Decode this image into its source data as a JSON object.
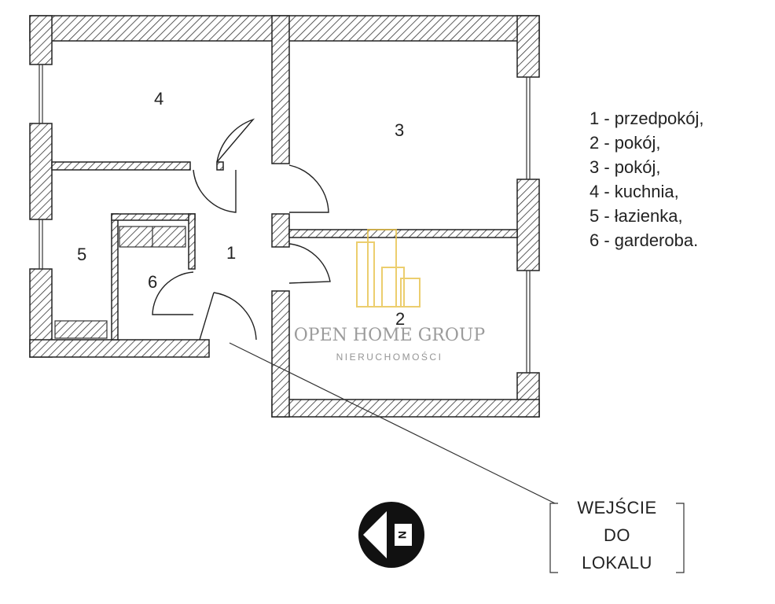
{
  "rooms": {
    "r1": "1",
    "r2": "2",
    "r3": "3",
    "r4": "4",
    "r5": "5",
    "r6": "6"
  },
  "legend": [
    "1 - przedpokój,",
    "2 - pokój,",
    "3 - pokój,",
    "4 - kuchnia,",
    "5 - łazienka,",
    "6 - garderoba."
  ],
  "entrance": {
    "line1": "WEJŚCIE",
    "line2": "DO",
    "line3": "LOKALU"
  },
  "compass": {
    "letter": "N"
  },
  "watermark": {
    "title": "OPEN HOME GROUP",
    "subtitle": "NIERUCHOMOŚCI",
    "color": "#e8c34a"
  }
}
